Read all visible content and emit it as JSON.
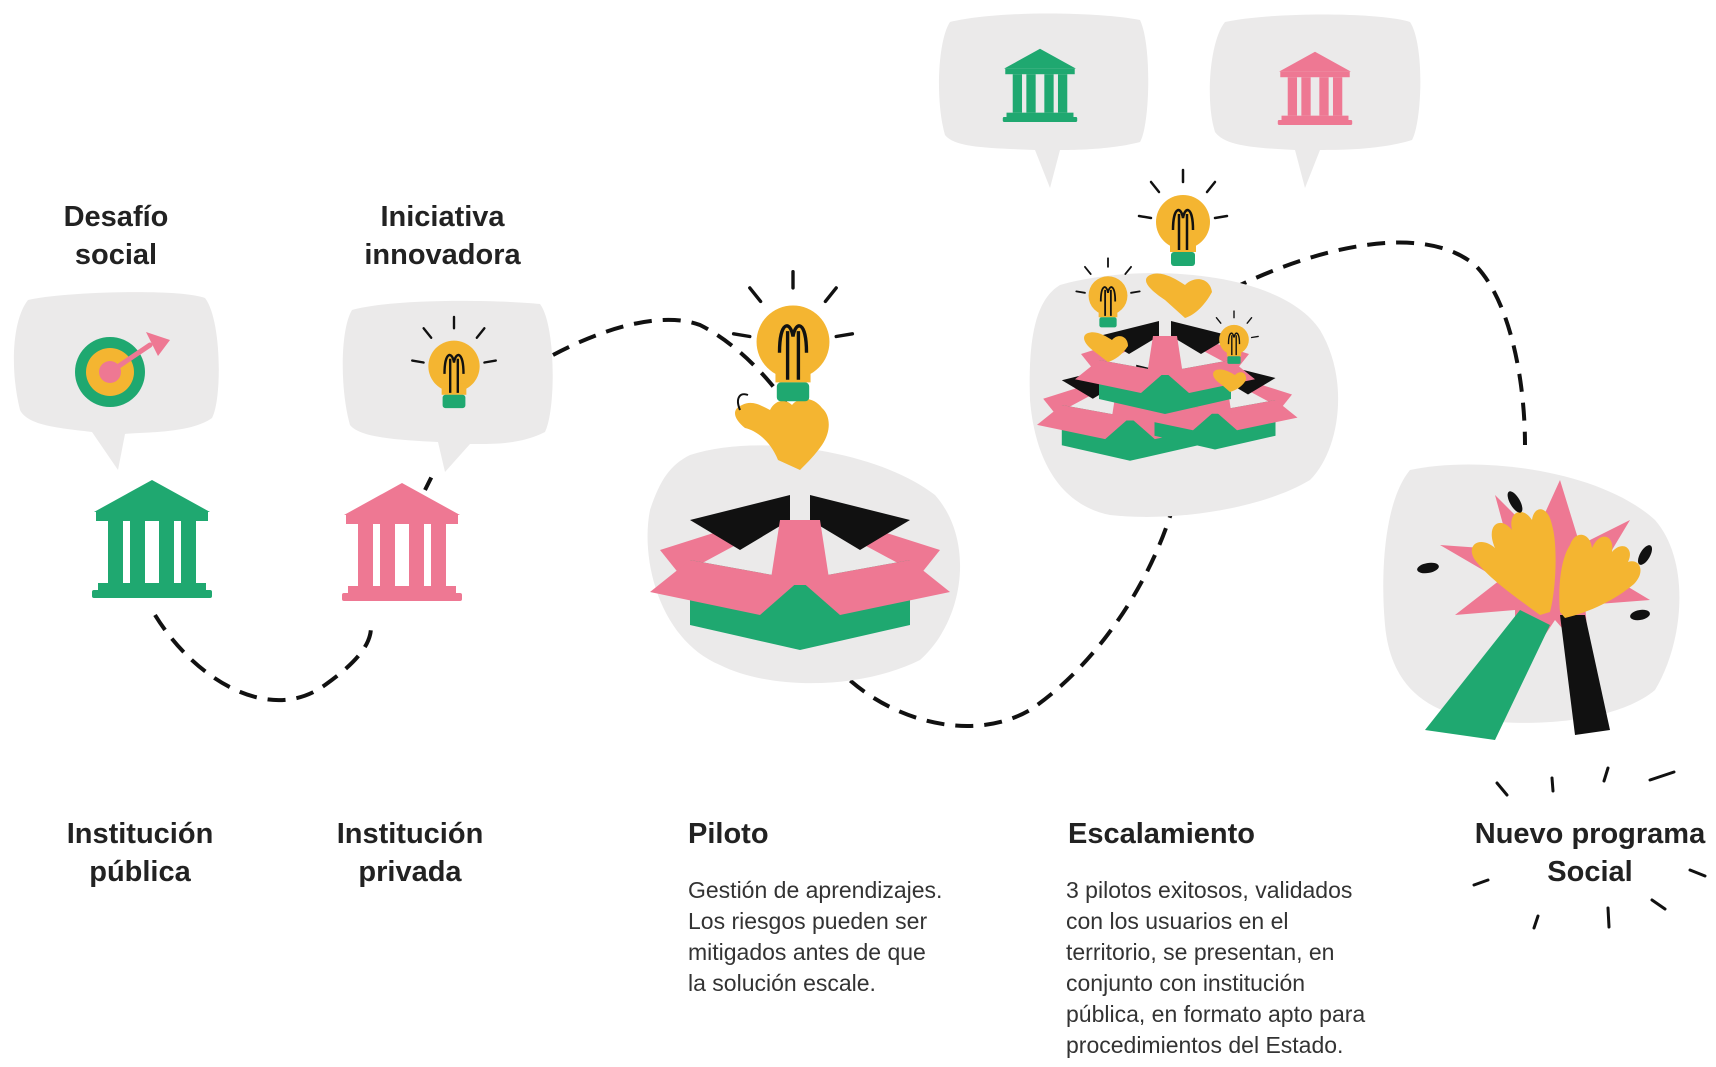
{
  "colors": {
    "green": "#1fa870",
    "pink": "#ee7893",
    "yellow": "#f4b531",
    "black": "#111111",
    "blob": "#ebeaea",
    "path": "#111111"
  },
  "stages": {
    "desafio": {
      "title": "Desafío\nsocial",
      "icon": "target-icon"
    },
    "iniciativa": {
      "title": "Iniciativa\ninnovadora",
      "icon": "lightbulb-icon"
    },
    "institucion_publica": {
      "label": "Institución\npública",
      "icon": "government-building-icon"
    },
    "institucion_privada": {
      "label": "Institución\nprivada",
      "icon": "private-building-icon"
    },
    "piloto": {
      "label": "Piloto",
      "description": "Gestión de aprendizajes.\nLos riesgos pueden ser\nmitigados antes de que\nla solución escale.",
      "icon": "open-box-with-lightbulb-icon"
    },
    "escalamiento": {
      "label": "Escalamiento",
      "description": "3 pilotos exitosos, validados\ncon los usuarios en el\nterritorio, se presentan, en\nconjunto con institución\npública, en formato apto para\nprocedimientos del Estado.",
      "icon": "multiple-boxes-icon"
    },
    "nuevo_programa": {
      "label": "Nuevo programa\nSocial",
      "icon": "high-five-icon"
    }
  }
}
